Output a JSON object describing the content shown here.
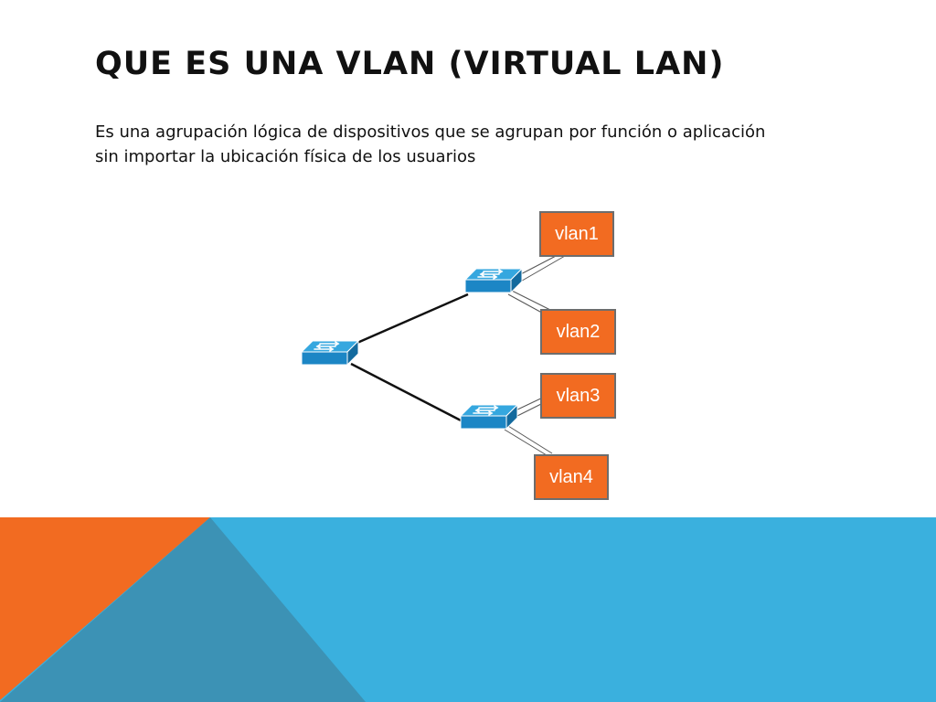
{
  "slide": {
    "title": "QUE ES UNA VLAN (VIRTUAL LAN)",
    "body": "Es una agrupación lógica de dispositivos que se agrupan por función o aplicación sin importar la ubicación física de los usuarios"
  },
  "diagram": {
    "switches": [
      {
        "id": "root",
        "icon": "network-switch-icon"
      },
      {
        "id": "upper",
        "icon": "network-switch-icon"
      },
      {
        "id": "lower",
        "icon": "network-switch-icon"
      }
    ],
    "vlans": [
      {
        "label": "vlan1"
      },
      {
        "label": "vlan2"
      },
      {
        "label": "vlan3"
      },
      {
        "label": "vlan4"
      }
    ]
  },
  "colors": {
    "vlan_fill": "#F26B21",
    "vlan_border": "#6D6D6D",
    "switch_top": "#35A7DF",
    "switch_front": "#1C86C5",
    "footer_blue": "#3AB0DE",
    "footer_orange": "#F26B21",
    "footer_dark": "#3C92B5"
  }
}
